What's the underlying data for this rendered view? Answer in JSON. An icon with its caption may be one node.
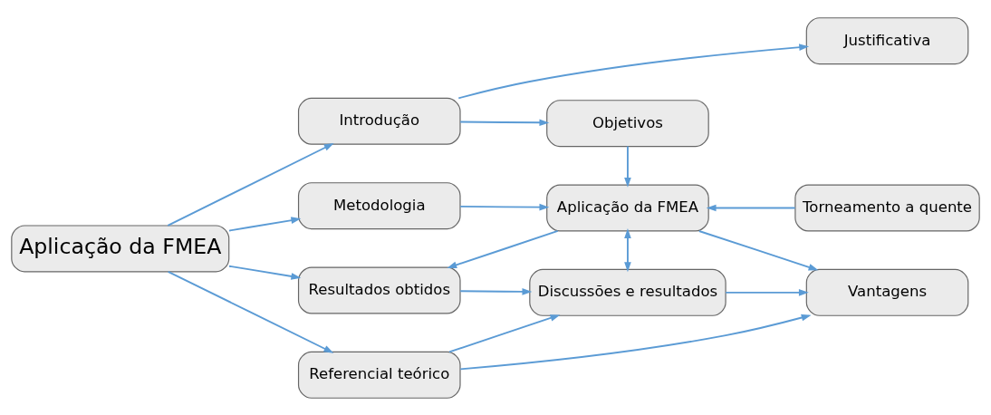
{
  "diagram": {
    "nodes": [
      {
        "text": [
          "Aplicação da FMEA"
        ]
      },
      {
        "text": [
          "Introdução"
        ]
      },
      {
        "text": [
          "Objetivos"
        ]
      },
      {
        "text": [
          "Justificativa"
        ]
      },
      {
        "text": [
          "Metodologia"
        ]
      },
      {
        "text": [
          "Aplicação da FMEA"
        ]
      },
      {
        "text": [
          "Torneamento a quente"
        ]
      },
      {
        "text": [
          "Referencial teórico"
        ]
      },
      {
        "text": [
          "Resultados obtidos"
        ]
      },
      {
        "text": [
          "Discussões e resultados"
        ]
      },
      {
        "text": [
          "Vantagens"
        ]
      }
    ],
    "edges": [
      {
        "from": 0,
        "to": 1,
        "arrow": "to"
      },
      {
        "from": 0,
        "to": 4,
        "arrow": "to"
      },
      {
        "from": 0,
        "to": 7,
        "arrow": "to"
      },
      {
        "from": 0,
        "to": 8,
        "arrow": "to"
      },
      {
        "from": 1,
        "to": 2,
        "arrow": "to"
      },
      {
        "from": 1,
        "to": 3,
        "arrow": "to"
      },
      {
        "from": 2,
        "to": 5,
        "arrow": "to"
      },
      {
        "from": 4,
        "to": 5,
        "arrow": "to"
      },
      {
        "from": 6,
        "to": 5,
        "arrow": "to"
      },
      {
        "from": 7,
        "to": 9,
        "arrow": "to"
      },
      {
        "from": 7,
        "to": 10,
        "arrow": "to"
      },
      {
        "from": 5,
        "to": 8,
        "arrow": "to"
      },
      {
        "from": 5,
        "to": 9,
        "arrow": "both"
      },
      {
        "from": 5,
        "to": 10,
        "arrow": "to"
      },
      {
        "from": 8,
        "to": 9,
        "arrow": "to"
      },
      {
        "from": 9,
        "to": 10,
        "arrow": "to"
      }
    ]
  }
}
